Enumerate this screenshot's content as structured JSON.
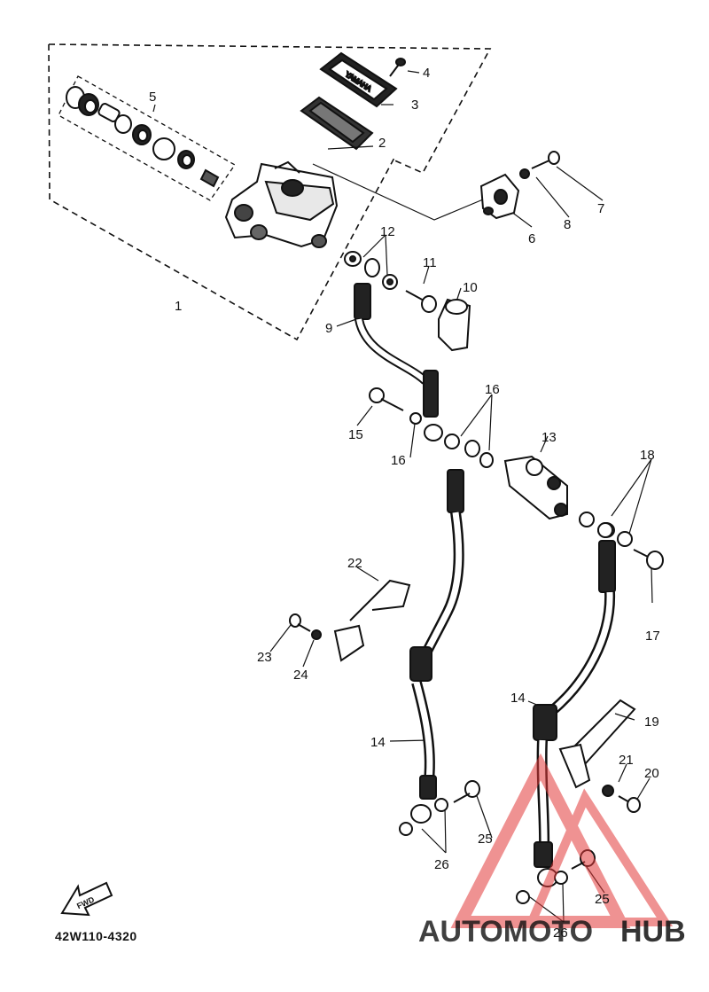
{
  "diagram": {
    "part_labels": {
      "p1": "1",
      "p2": "2",
      "p3": "3",
      "p4": "4",
      "p5": "5",
      "p6": "6",
      "p7": "7",
      "p8": "8",
      "p9": "9",
      "p10": "10",
      "p11": "11",
      "p12": "12",
      "p13": "13",
      "p14a": "14",
      "p14b": "14",
      "p15": "15",
      "p16a": "16",
      "p16b": "16",
      "p17": "17",
      "p18": "18",
      "p19": "19",
      "p20": "20",
      "p21": "21",
      "p22": "22",
      "p23": "23",
      "p24": "24",
      "p25a": "25",
      "p25b": "25",
      "p26a": "26",
      "p26b": "26"
    },
    "fwd_label": "FWD",
    "diagram_code": "42W110-4320"
  },
  "watermark": {
    "part1": "AUTOMOTO",
    "part2": "HUB",
    "color_orange": "#f2a23a",
    "color_gray": "#9a9a9a",
    "color_red": "#e23a3a"
  }
}
